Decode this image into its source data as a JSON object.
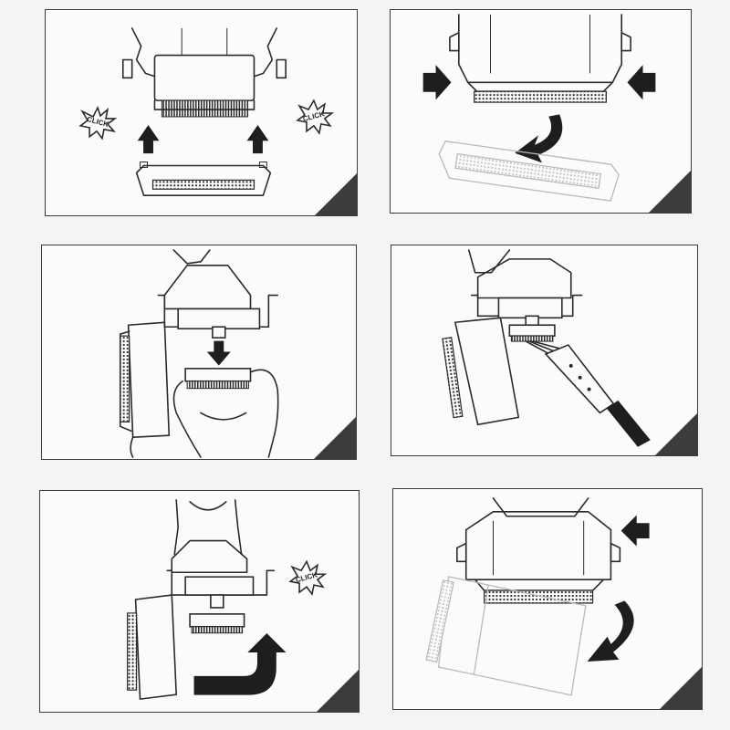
{
  "steps": [
    {
      "id": 1,
      "click_badges": [
        "CLICK",
        "CLICK"
      ]
    },
    {
      "id": 2,
      "click_badges": []
    },
    {
      "id": 3,
      "click_badges": []
    },
    {
      "id": 4,
      "click_badges": []
    },
    {
      "id": 5,
      "click_badges": [
        "CLICK"
      ]
    },
    {
      "id": 6,
      "click_badges": []
    }
  ],
  "colors": {
    "line": "#2a2a2a",
    "arrow": "#1e1e1e",
    "corner_tab": "#3c3c3c",
    "panel_bg": "#fbfbf9",
    "ghost": "#b8b8b8"
  },
  "icons": [
    "click-burst-icon",
    "arrow-up-icon",
    "arrow-down-icon",
    "arrow-right-icon",
    "arrow-left-icon",
    "curved-arrow-icon"
  ]
}
